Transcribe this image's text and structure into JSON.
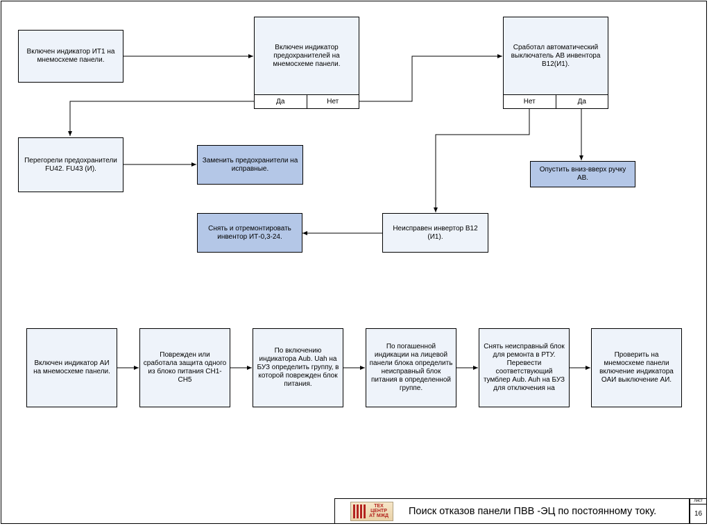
{
  "top_flow": {
    "it1": "Включен индикатор ИТ1 на мнемосхеме панели.",
    "fuse_check": {
      "text": "Включен индикатор предохранителей на мнемосхеме панели.",
      "yes": "Да",
      "no": "Нет"
    },
    "breaker_check": {
      "text": "Сработал автоматический выключатель АВ инвентора В12(И1).",
      "no": "Нет",
      "yes": "Да"
    },
    "fuses_blown": "Перегорели предохранители FU42. FU43 (И).",
    "replace_fuses": "Заменить предохранители на исправные.",
    "toggle_breaker": "Опустить вниз-вверх ручку АВ.",
    "inverter_faulty": "Неисправен инвертор В12 (И1).",
    "repair_inverter": "Снять и отремонтировать инвентор ИТ-0,3-24."
  },
  "bottom_flow": {
    "steps": [
      "Включен индикатор АИ на мнемосхеме панели.",
      "Поврежден или сработала защита одного из блоко питания СН1-СН5",
      "По включению индикатора Aub. Uah на БУЗ определить группу, в которой поврежден блок питания.",
      "По погашенной индикации на лицевой панели блока определить неисправный блок питания в определенной группе.",
      "Снять неисправный блок для ремонта в РТУ. Перевести соответствующий тумблер Aub. Auh на БУЗ для отключения на",
      "Проверить на мнемосхеме панели включение индикатора ОАИ выключение АИ."
    ]
  },
  "stamp": {
    "logo_text": [
      "ТЕХ",
      "ЦЕНТР",
      "АТ МЖД"
    ],
    "title": "Поиск отказов панели ПВВ -ЭЦ по постоянному току.",
    "sheet_label": "лист",
    "sheet_number": "16"
  }
}
